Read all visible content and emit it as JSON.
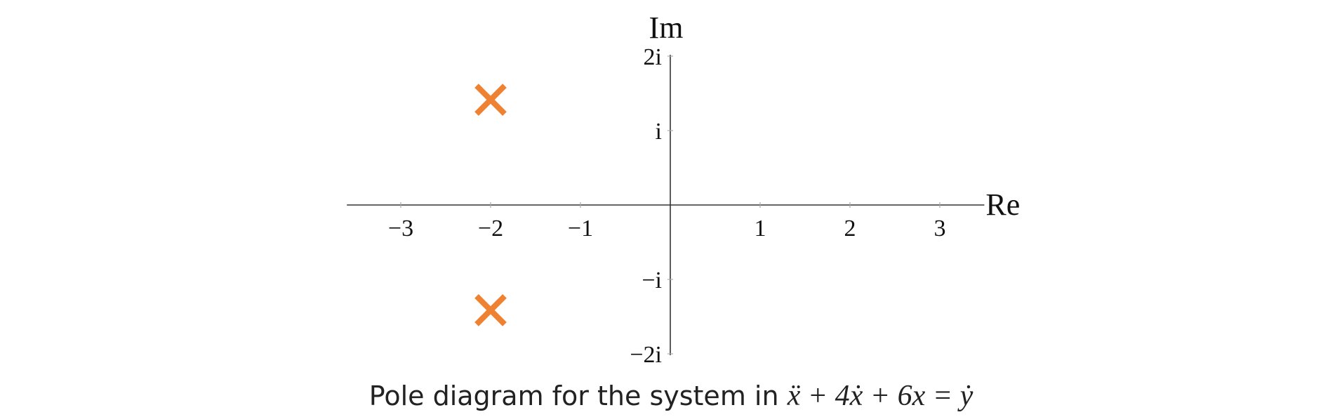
{
  "chart_data": {
    "type": "scatter",
    "xlabel": "Re",
    "ylabel": "Im",
    "xlim": [
      -3.6,
      3.3
    ],
    "ylim": [
      -2,
      2
    ],
    "x_ticks": [
      {
        "value": -3,
        "label": "−3"
      },
      {
        "value": -2,
        "label": "−2"
      },
      {
        "value": -1,
        "label": "−1"
      },
      {
        "value": 1,
        "label": "1"
      },
      {
        "value": 2,
        "label": "2"
      },
      {
        "value": 3,
        "label": "3"
      }
    ],
    "y_ticks": [
      {
        "value": 2,
        "label": "2i"
      },
      {
        "value": 1,
        "label": "i"
      },
      {
        "value": -1,
        "label": "−i"
      },
      {
        "value": -2,
        "label": "−2i"
      }
    ],
    "grid": false,
    "marker": "x",
    "marker_color": "#EF8133",
    "axis_color": "#333333",
    "points": [
      {
        "x": -2,
        "y": 1.414
      },
      {
        "x": -2,
        "y": -1.414
      }
    ]
  },
  "caption": {
    "text": "Pole diagram for the system in ",
    "equation": "ẍ + 4ẋ + 6x = ẏ"
  }
}
